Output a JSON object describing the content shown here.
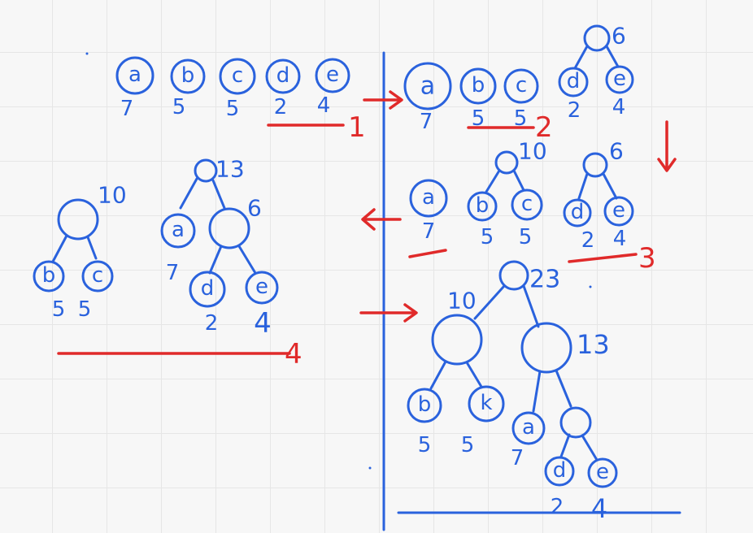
{
  "colors": {
    "ink": "#2a62dd",
    "mark": "#e02a2a",
    "grid": "#e6e6e6",
    "paper": "#f7f7f7"
  },
  "step0": {
    "nodes": [
      {
        "letter": "a",
        "weight": "7"
      },
      {
        "letter": "b",
        "weight": "5"
      },
      {
        "letter": "c",
        "weight": "5"
      },
      {
        "letter": "d",
        "weight": "2"
      },
      {
        "letter": "e",
        "weight": "4"
      }
    ],
    "step_number": "1"
  },
  "step1": {
    "nodes": [
      {
        "letter": "a",
        "weight": "7"
      },
      {
        "letter": "b",
        "weight": "5"
      },
      {
        "letter": "c",
        "weight": "5"
      }
    ],
    "tree_de": {
      "total": "6",
      "left": {
        "letter": "d",
        "weight": "2"
      },
      "right": {
        "letter": "e",
        "weight": "4"
      }
    },
    "step_number": "2"
  },
  "step2": {
    "single": {
      "letter": "a",
      "weight": "7"
    },
    "tree_bc": {
      "total": "10",
      "left": {
        "letter": "b",
        "weight": "5"
      },
      "right": {
        "letter": "c",
        "weight": "5"
      }
    },
    "tree_de": {
      "total": "6",
      "left": {
        "letter": "d",
        "weight": "2"
      },
      "right": {
        "letter": "e",
        "weight": "4"
      }
    },
    "step_number": "3"
  },
  "step3": {
    "tree_bc": {
      "total": "10",
      "left": {
        "letter": "b",
        "weight": "5"
      },
      "right": {
        "letter": "c",
        "weight": "5"
      }
    },
    "tree_ade": {
      "total": "13",
      "a": {
        "letter": "a",
        "weight": "7"
      },
      "sub_total": "6",
      "left": {
        "letter": "d",
        "weight": "2"
      },
      "right": {
        "letter": "e",
        "weight": "4"
      }
    },
    "step_number": "4"
  },
  "step4": {
    "root_total": "23",
    "left_total": "10",
    "right_total": "13",
    "left": {
      "letter": "b",
      "weight": "5"
    },
    "right": {
      "letter": "k",
      "weight": "5"
    },
    "a": {
      "letter": "a",
      "weight": "7"
    },
    "d": {
      "letter": "d",
      "weight": "2"
    },
    "e": {
      "letter": "e",
      "weight": "4"
    }
  }
}
